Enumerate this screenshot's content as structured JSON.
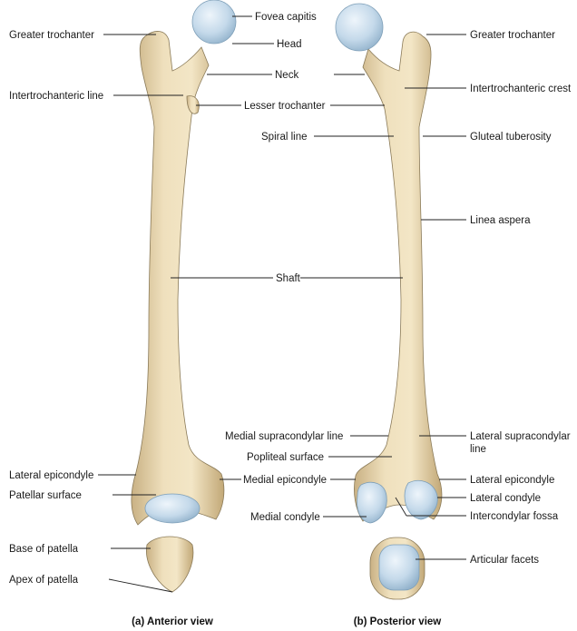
{
  "anterior": {
    "caption": "(a) Anterior view",
    "labels": {
      "fovea_capitis": "Fovea capitis",
      "head": "Head",
      "neck": "Neck",
      "greater_trochanter": "Greater trochanter",
      "intertrochanteric_line": "Intertrochanteric line",
      "lesser_trochanter": "Lesser trochanter",
      "shaft": "Shaft",
      "lateral_epicondyle": "Lateral epicondyle",
      "patellar_surface": "Patellar surface",
      "medial_epicondyle": "Medial epicondyle",
      "base_of_patella": "Base of patella",
      "apex_of_patella": "Apex of patella"
    }
  },
  "posterior": {
    "caption": "(b) Posterior view",
    "labels": {
      "greater_trochanter": "Greater trochanter",
      "intertrochanteric_crest": "Intertrochanteric crest",
      "spiral_line": "Spiral line",
      "gluteal_tuberosity": "Gluteal tuberosity",
      "linea_aspera": "Linea aspera",
      "medial_supracondylar_line": "Medial supracondylar line",
      "lateral_supracondylar_line_1": "Lateral supracondylar",
      "lateral_supracondylar_line_2": "line",
      "popliteal_surface": "Popliteal surface",
      "lateral_epicondyle": "Lateral epicondyle",
      "lateral_condyle": "Lateral condyle",
      "medial_condyle": "Medial condyle",
      "intercondylar_fossa": "Intercondylar fossa",
      "articular_facets": "Articular facets"
    }
  }
}
